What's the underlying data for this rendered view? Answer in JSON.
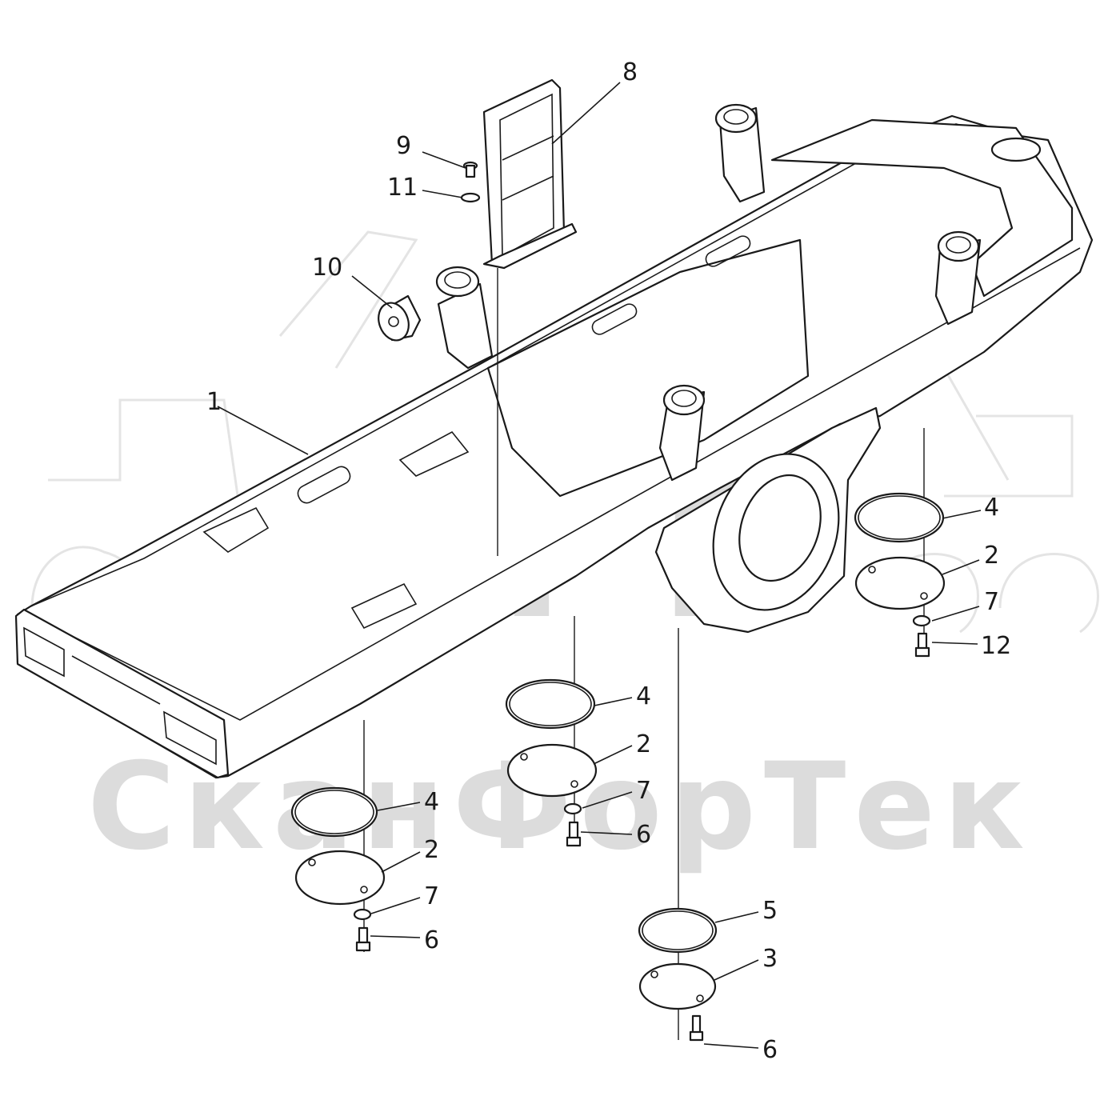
{
  "watermark": {
    "logo_text": "SFT",
    "company_text": "СканФорТек"
  },
  "callouts": [
    {
      "id": "c1",
      "label": "1"
    },
    {
      "id": "c8",
      "label": "8"
    },
    {
      "id": "c9",
      "label": "9"
    },
    {
      "id": "c11",
      "label": "11"
    },
    {
      "id": "c10",
      "label": "10"
    },
    {
      "id": "c4a",
      "label": "4"
    },
    {
      "id": "c2a",
      "label": "2"
    },
    {
      "id": "c7a",
      "label": "7"
    },
    {
      "id": "c12",
      "label": "12"
    },
    {
      "id": "c4b",
      "label": "4"
    },
    {
      "id": "c2b",
      "label": "2"
    },
    {
      "id": "c7b",
      "label": "7"
    },
    {
      "id": "c6b",
      "label": "6"
    },
    {
      "id": "c4c",
      "label": "4"
    },
    {
      "id": "c2c",
      "label": "2"
    },
    {
      "id": "c7c",
      "label": "7"
    },
    {
      "id": "c6c",
      "label": "6"
    },
    {
      "id": "c5",
      "label": "5"
    },
    {
      "id": "c3",
      "label": "3"
    },
    {
      "id": "c6d",
      "label": "6"
    }
  ],
  "colors": {
    "line": "#1a1a1a",
    "watermark": "#dcdcdc",
    "background": "#ffffff"
  }
}
